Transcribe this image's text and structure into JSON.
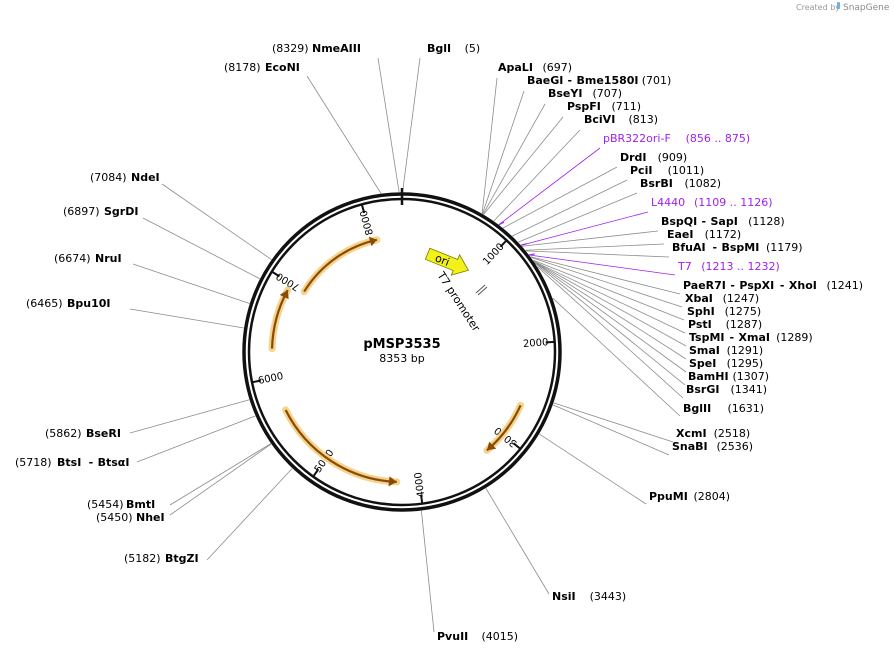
{
  "credit": {
    "created_by": "Created by",
    "brand": "SnapGene"
  },
  "plasmid": {
    "name": "pMSP3535",
    "size_label": "8353 bp",
    "length": 8353
  },
  "colors": {
    "primer": "#a020f0",
    "ori": "#f2f21a",
    "orf": "#8a4a08",
    "orf_glow": "#f6d38a",
    "backbone": "#111111",
    "leader": "#8c8c8c"
  },
  "ticks": [
    {
      "label": "1000",
      "pos": 1000
    },
    {
      "label": "2000",
      "pos": 2000
    },
    {
      "label": "3000",
      "pos": 3000
    },
    {
      "label": "4000",
      "pos": 4000
    },
    {
      "label": "5000",
      "pos": 5000
    },
    {
      "label": "6000",
      "pos": 6000
    },
    {
      "label": "7000",
      "pos": 7000
    },
    {
      "label": "8000",
      "pos": 8000
    }
  ],
  "features": [
    {
      "label": "ori",
      "type": "ori"
    },
    {
      "label": "T7 promoter",
      "type": "promoter"
    }
  ],
  "sites": [
    {
      "name": "NmeAIII",
      "pos": 8329,
      "pos_label": "(8329)"
    },
    {
      "name": "BglI",
      "pos": 5,
      "pos_label": "(5)"
    },
    {
      "name": "EcoNI",
      "pos": 8178,
      "pos_label": "(8178)"
    },
    {
      "name": "ApaLI",
      "pos": 697,
      "pos_label": "(697)"
    },
    {
      "name": "BaeGI",
      "name2": "Bme1580I",
      "pos": 701,
      "pos_label": "(701)"
    },
    {
      "name": "BseYI",
      "pos": 707,
      "pos_label": "(707)"
    },
    {
      "name": "PspFI",
      "pos": 711,
      "pos_label": "(711)"
    },
    {
      "name": "BciVI",
      "pos": 813,
      "pos_label": "(813)"
    },
    {
      "name": "pBR322ori-F",
      "pos": 865,
      "pos_label": "(856 .. 875)",
      "primer": true
    },
    {
      "name": "DrdI",
      "pos": 909,
      "pos_label": "(909)"
    },
    {
      "name": "PciI",
      "pos": 1011,
      "pos_label": "(1011)"
    },
    {
      "name": "BsrBI",
      "pos": 1082,
      "pos_label": "(1082)"
    },
    {
      "name": "L4440",
      "pos": 1117,
      "pos_label": "(1109 .. 1126)",
      "primer": true
    },
    {
      "name": "BspQI",
      "name2": "SapI",
      "pos": 1128,
      "pos_label": "(1128)"
    },
    {
      "name": "EaeI",
      "pos": 1172,
      "pos_label": "(1172)"
    },
    {
      "name": "BfuAI",
      "name2": "BspMI",
      "pos": 1179,
      "pos_label": "(1179)"
    },
    {
      "name": "T7",
      "pos": 1222,
      "pos_label": "(1213 .. 1232)",
      "primer": true
    },
    {
      "name": "PaeR7I",
      "name2": "PspXI",
      "name3": "XhoI",
      "pos": 1241,
      "pos_label": "(1241)"
    },
    {
      "name": "XbaI",
      "pos": 1247,
      "pos_label": "(1247)"
    },
    {
      "name": "SphI",
      "pos": 1275,
      "pos_label": "(1275)"
    },
    {
      "name": "PstI",
      "pos": 1287,
      "pos_label": "(1287)"
    },
    {
      "name": "TspMI",
      "name2": "XmaI",
      "pos": 1289,
      "pos_label": "(1289)"
    },
    {
      "name": "SmaI",
      "pos": 1291,
      "pos_label": "(1291)"
    },
    {
      "name": "SpeI",
      "pos": 1295,
      "pos_label": "(1295)"
    },
    {
      "name": "BamHI",
      "pos": 1307,
      "pos_label": "(1307)"
    },
    {
      "name": "BsrGI",
      "pos": 1341,
      "pos_label": "(1341)"
    },
    {
      "name": "BglII",
      "pos": 1631,
      "pos_label": "(1631)"
    },
    {
      "name": "XcmI",
      "pos": 2518,
      "pos_label": "(2518)"
    },
    {
      "name": "SnaBI",
      "pos": 2536,
      "pos_label": "(2536)"
    },
    {
      "name": "PpuMI",
      "pos": 2804,
      "pos_label": "(2804)"
    },
    {
      "name": "NsiI",
      "pos": 3443,
      "pos_label": "(3443)"
    },
    {
      "name": "PvuII",
      "pos": 4015,
      "pos_label": "(4015)"
    },
    {
      "name": "BtgZI",
      "pos": 5182,
      "pos_label": "(5182)"
    },
    {
      "name": "BmtI",
      "pos": 5454,
      "pos_label": "(5454)"
    },
    {
      "name": "NheI",
      "pos": 5450,
      "pos_label": "(5450)"
    },
    {
      "name": "BtsI",
      "name2": "BtsαI",
      "pos": 5718,
      "pos_label": "(5718)"
    },
    {
      "name": "BseRI",
      "pos": 5862,
      "pos_label": "(5862)"
    },
    {
      "name": "Bpu10I",
      "pos": 6465,
      "pos_label": "(6465)"
    },
    {
      "name": "NruI",
      "pos": 6674,
      "pos_label": "(6674)"
    },
    {
      "name": "SgrDI",
      "pos": 6897,
      "pos_label": "(6897)"
    },
    {
      "name": "NdeI",
      "pos": 7084,
      "pos_label": "(7084)"
    }
  ]
}
